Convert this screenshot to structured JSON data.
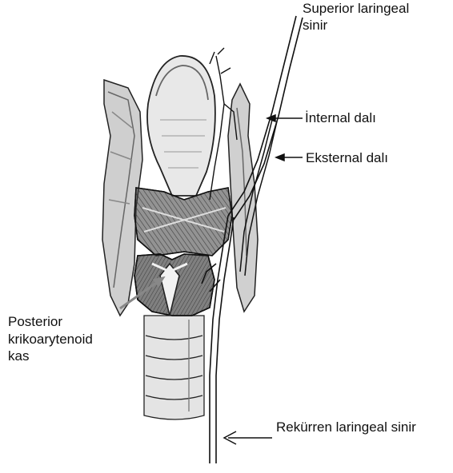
{
  "labels": {
    "superior_laryngeal_nerve": [
      "Superior laringeal",
      "sinir"
    ],
    "internal_branch": "İnternal dalı",
    "external_branch": "Eksternal dalı",
    "posterior_cricoarytenoid_muscle": [
      "Posterior",
      "krikoarytenoid",
      "kas"
    ],
    "recurrent_laryngeal_nerve": "Rekürren laringeal sinir"
  },
  "colors": {
    "ink": "#111111",
    "dark_fill": "#2b2b2b",
    "mid_fill": "#8c8c8c",
    "light_fill": "#d9d9d9",
    "background": "#ffffff"
  }
}
